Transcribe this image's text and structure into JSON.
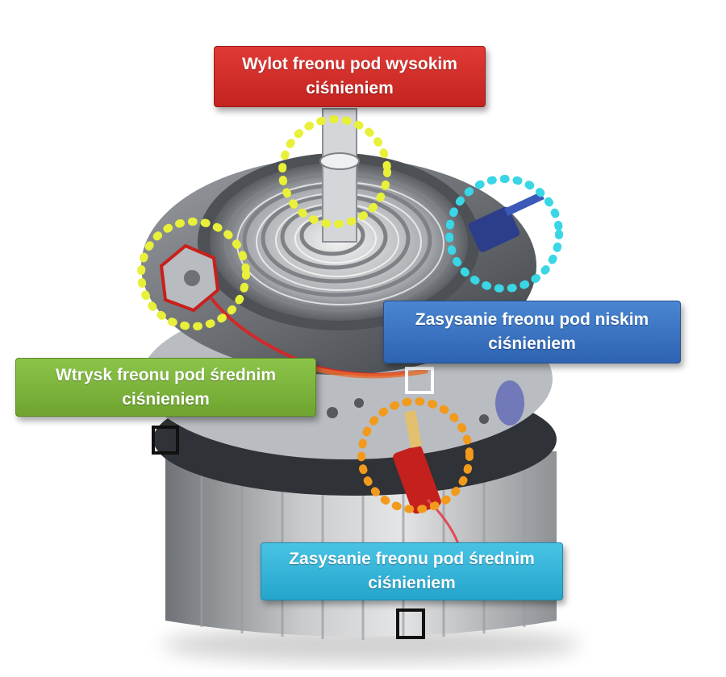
{
  "callouts": {
    "high_pressure_outlet": {
      "line1": "Wylot freonu pod wysokim",
      "line2": "ciśnieniem",
      "color": "#d02f2b"
    },
    "low_pressure_suction": {
      "line1": "Zasysanie freonu pod niskim",
      "line2": "ciśnieniem",
      "color": "#3a74c4"
    },
    "medium_pressure_injection": {
      "line1": "Wtrysk freonu pod średnim",
      "line2": "ciśnieniem",
      "color": "#7db43c"
    },
    "medium_pressure_suction": {
      "line1": "Zasysanie freonu pod średnim",
      "line2": "ciśnieniem",
      "color": "#36b4da"
    }
  },
  "marker_colors": {
    "yellow": "#e8f03a",
    "cyan": "#39d6e6",
    "orange": "#f29a1c"
  }
}
